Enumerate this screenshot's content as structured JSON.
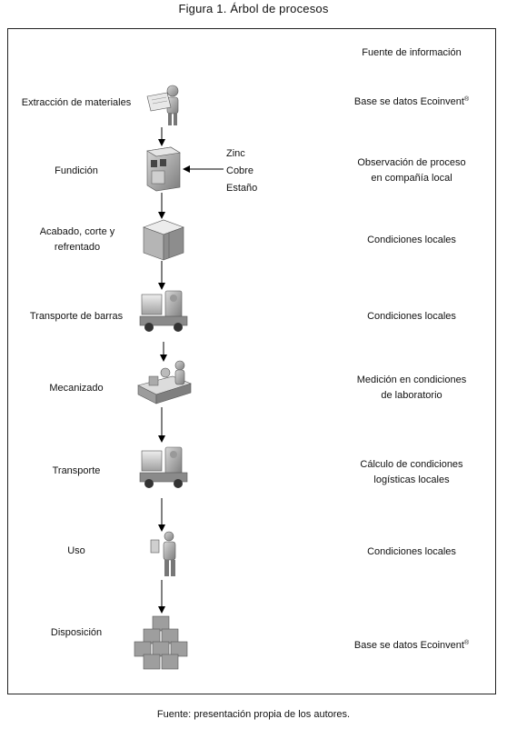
{
  "title": "Figura 1. Árbol de procesos",
  "source_header": "Fuente de información",
  "steps": [
    {
      "process": "Extracción de materiales",
      "source": "Base se datos Ecoinvent",
      "source_sup": "®",
      "icon": "worker-with-blueprint-icon"
    },
    {
      "process": "Fundición",
      "source": "Observación de proceso en compañía local",
      "icon": "foundry-machine-icon"
    },
    {
      "process": "Acabado, corte y refrentado",
      "source": "Condiciones locales",
      "icon": "finished-box-icon"
    },
    {
      "process": "Transporte de barras",
      "source": "Condiciones locales",
      "icon": "forklift-icon"
    },
    {
      "process": "Mecanizado",
      "source": "Medición en condiciones de laboratorio",
      "icon": "machining-workstation-icon"
    },
    {
      "process": "Transporte",
      "source": "Cálculo de condiciones logísticas locales",
      "icon": "forklift-icon"
    },
    {
      "process": "Uso",
      "source": "Condiciones locales",
      "icon": "user-holding-part-icon"
    },
    {
      "process": "Disposición",
      "source": "Base se datos Ecoinvent",
      "source_sup": "®",
      "icon": "stacked-boxes-icon"
    }
  ],
  "inputs": [
    "Zinc",
    "Cobre",
    "Estaño"
  ],
  "footer": "Fuente: presentación propia de los autores.",
  "colors": {
    "icon_gray": "#9a9a9a",
    "line": "#000000"
  }
}
